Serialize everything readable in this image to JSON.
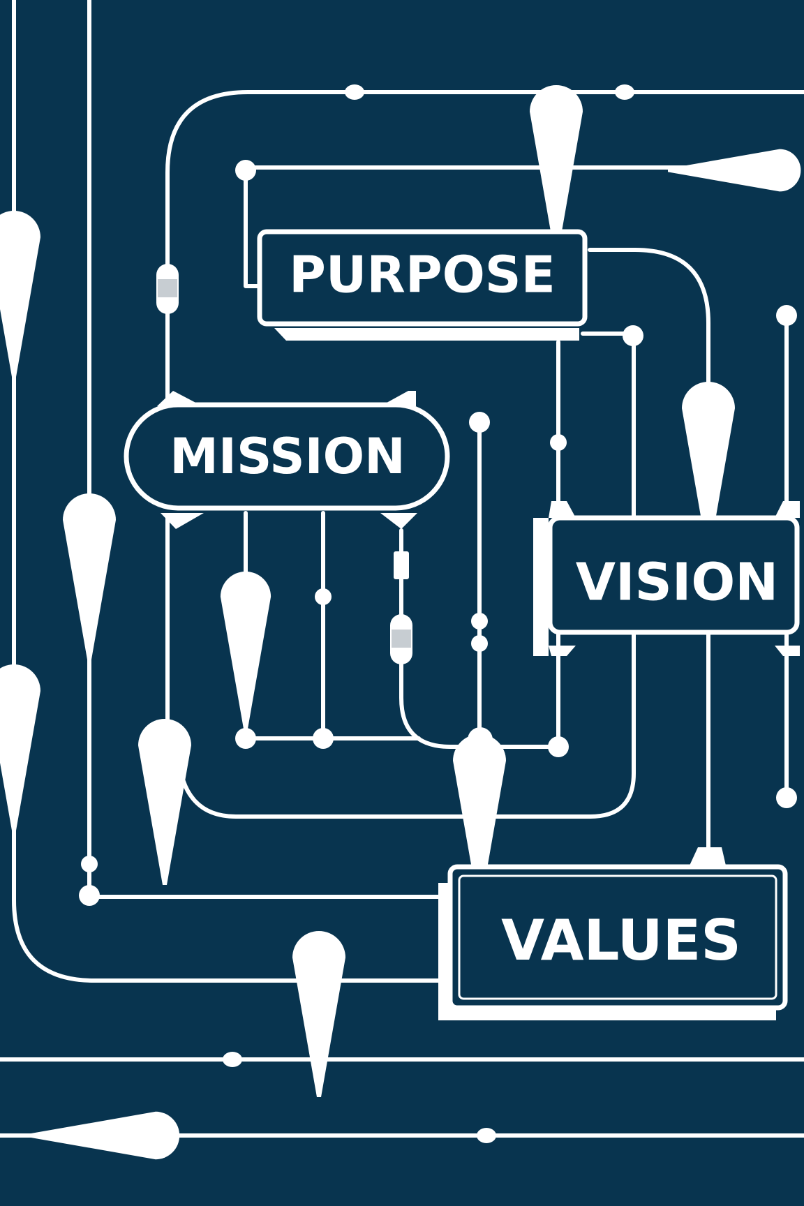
{
  "colors": {
    "background": "#08344f",
    "line": "#ffffff"
  },
  "nodes": {
    "purpose": {
      "label": "PURPOSE"
    },
    "mission": {
      "label": "MISSION"
    },
    "vision": {
      "label": "VISION"
    },
    "values": {
      "label": "VALUES"
    }
  }
}
